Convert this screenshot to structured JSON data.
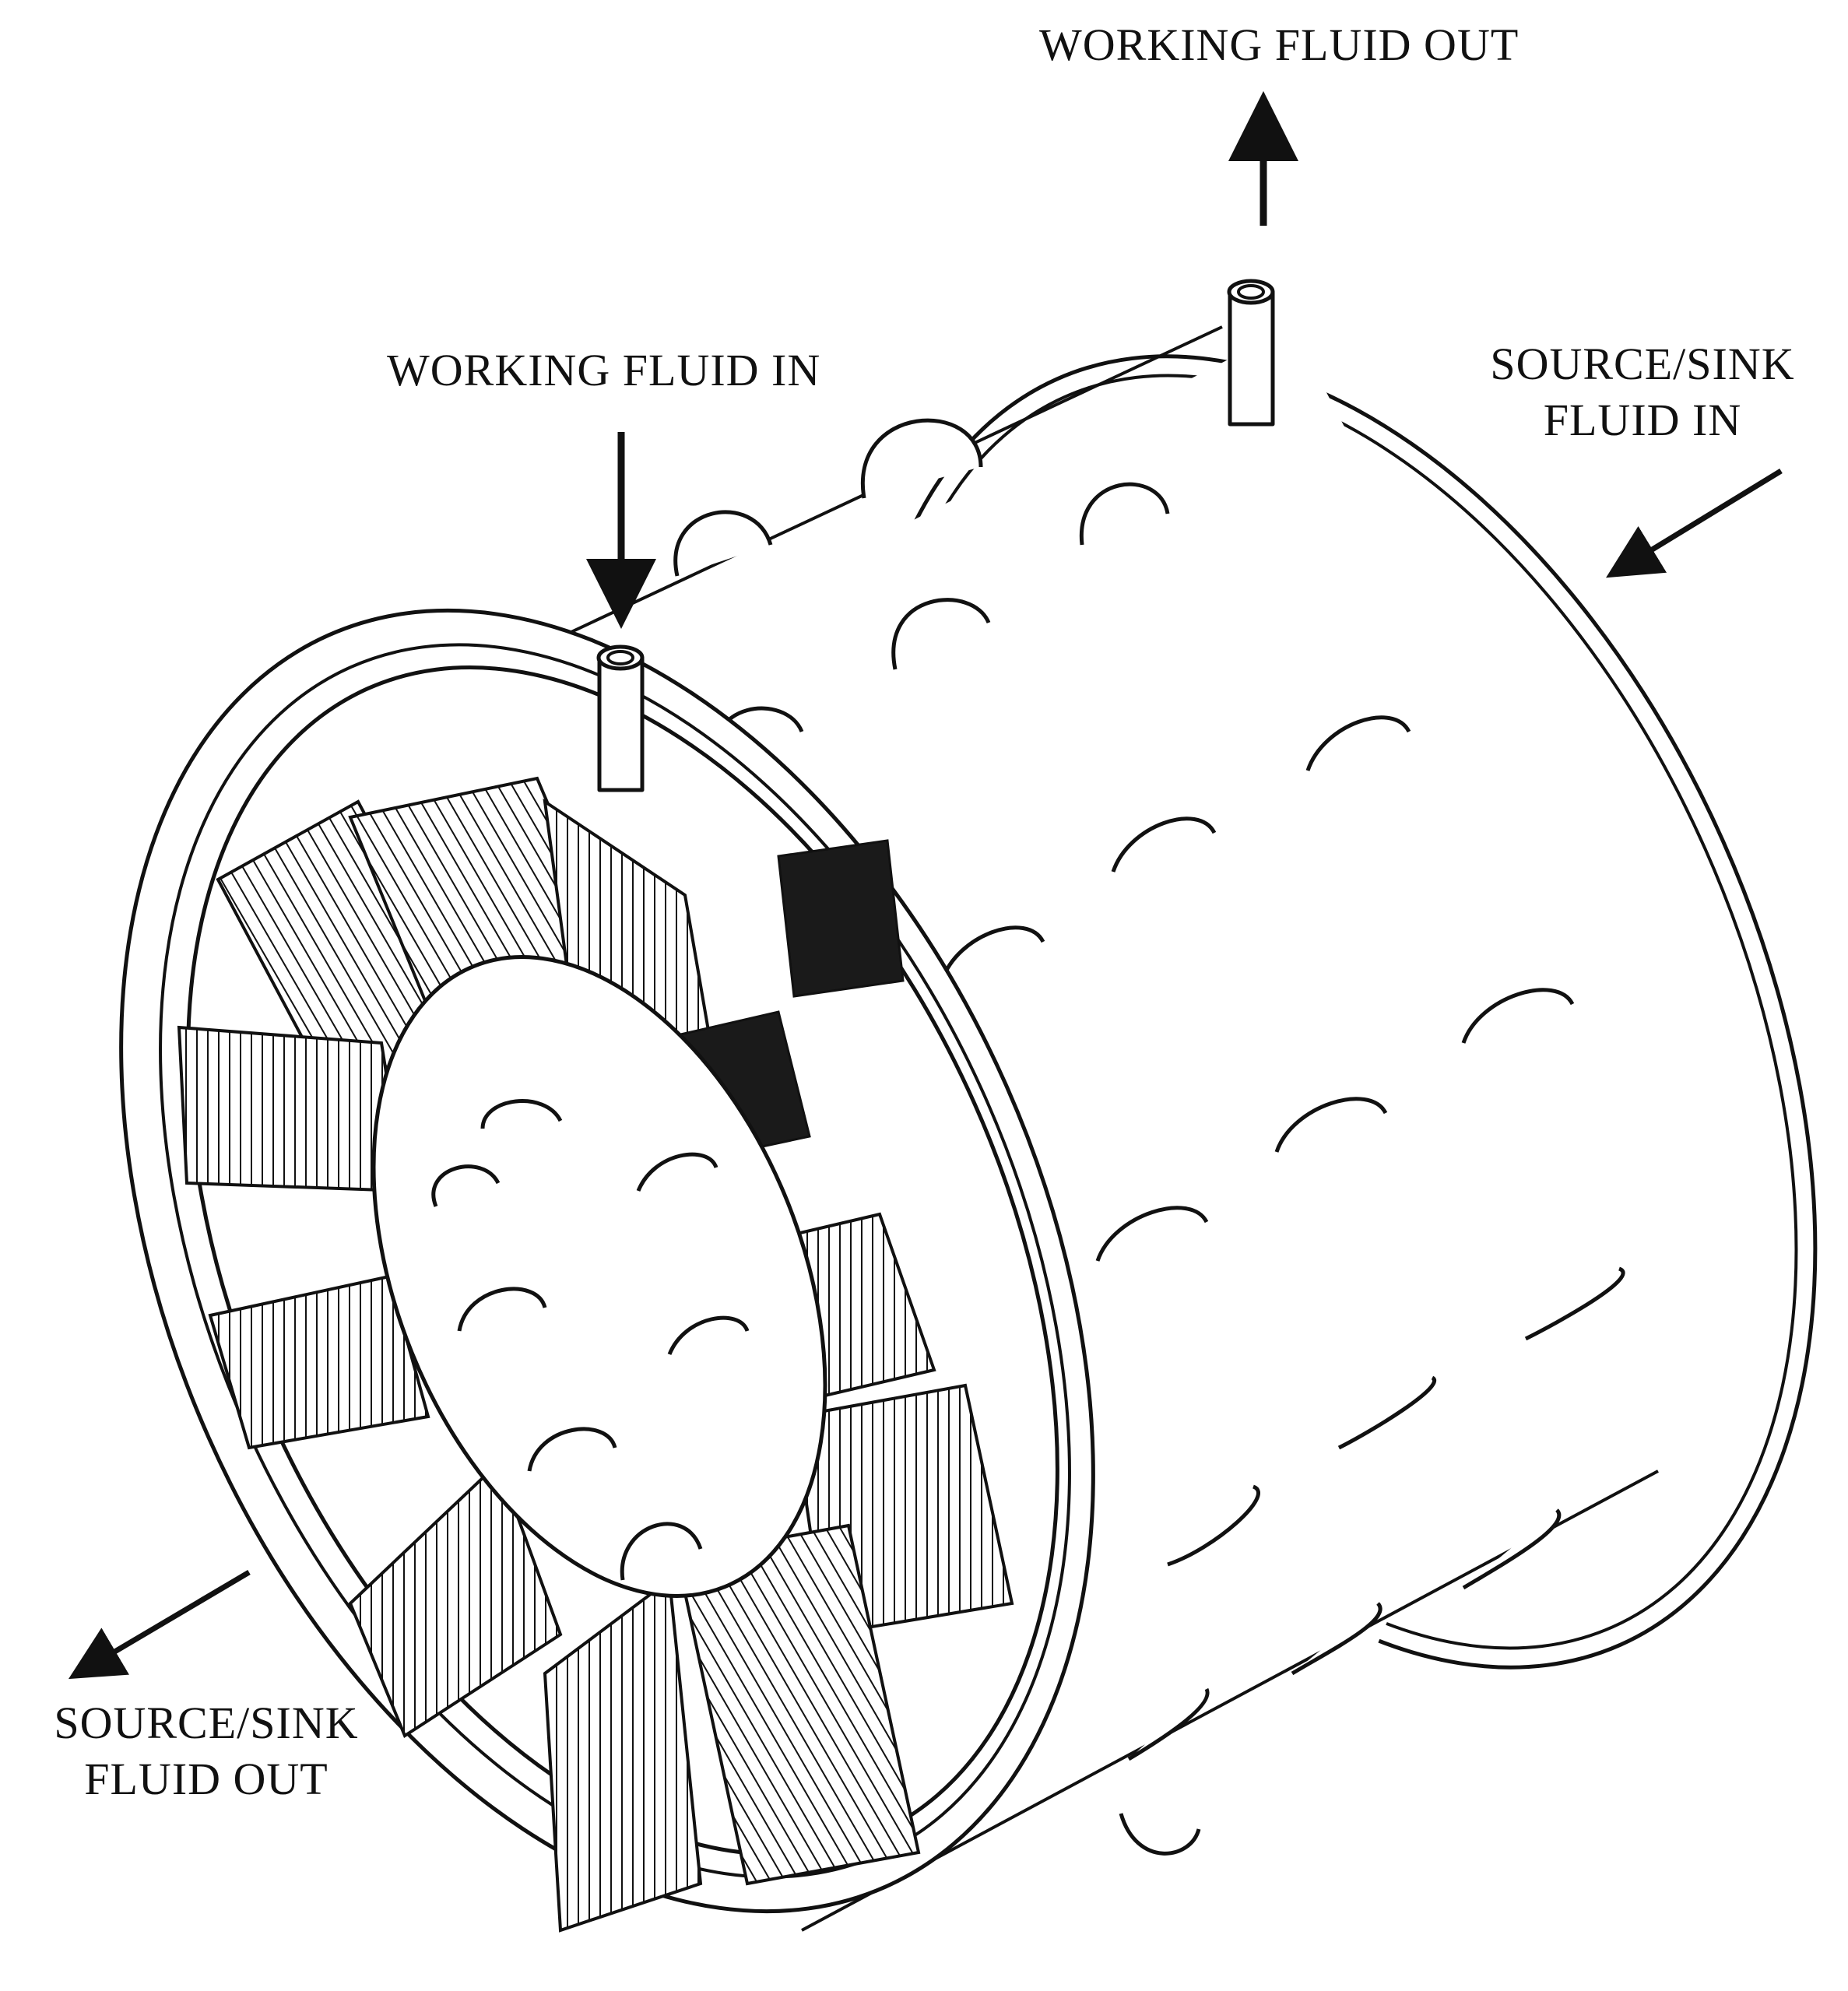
{
  "labels": {
    "working_fluid_out": "WORKING FLUID OUT",
    "working_fluid_in": "WORKING FLUID IN",
    "source_sink_in_line1": "SOURCE/SINK",
    "source_sink_in_line2": "FLUID IN",
    "source_sink_out_line1": "SOURCE/SINK",
    "source_sink_out_line2": "FLUID OUT"
  },
  "colors": {
    "ink": "#111111",
    "paper": "#ffffff"
  }
}
